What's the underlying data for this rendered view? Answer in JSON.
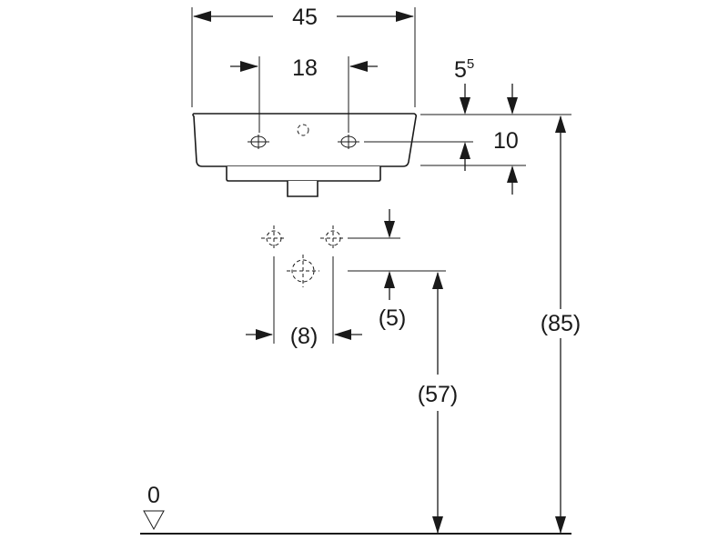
{
  "dimensions": {
    "basin_width": "45",
    "tap_hole_spacing": "18",
    "tap_hole_offset_base": "5",
    "tap_hole_offset_sup": "5",
    "rim_to_tap_hole": "10",
    "total_height": "(85)",
    "waste_height": "(57)",
    "supply_spacing": "(8)",
    "supply_above_waste": "(5)",
    "floor_level": "0"
  }
}
